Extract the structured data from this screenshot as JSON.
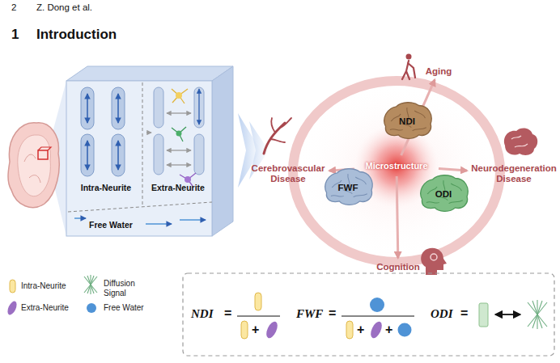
{
  "diagram": {
    "nodes": [
      {
        "text": [
          "Intra-Neurite"
        ]
      },
      {
        "text": [
          "Extra-Neurite"
        ]
      },
      {
        "text": [
          "Free Water"
        ]
      },
      {
        "text": [
          "Microstructure"
        ]
      },
      {
        "text": [
          "Aging"
        ]
      },
      {
        "text": [
          "Neurodegeneration Disease"
        ]
      },
      {
        "text": [
          "Cognition"
        ]
      },
      {
        "text": [
          "Cerebrovascular Disease"
        ]
      },
      {
        "text": [
          "NDI"
        ]
      },
      {
        "text": [
          "FWF"
        ]
      },
      {
        "text": [
          "ODI"
        ]
      }
    ],
    "edges": [
      {
        "from": 3,
        "to": 4,
        "arrow": "to"
      },
      {
        "from": 3,
        "to": 5,
        "arrow": "to"
      },
      {
        "from": 3,
        "to": 6,
        "arrow": "to"
      },
      {
        "from": 3,
        "to": 7,
        "arrow": "to"
      }
    ],
    "labels": [
      "2",
      "Z. Dong et al.",
      "1",
      "Introduction",
      "NDI",
      "=",
      "+",
      "FWF",
      "=",
      "+",
      "+",
      "ODI",
      "="
    ],
    "legend": [
      {
        "text": "Intra-Neurite"
      },
      {
        "text": "Diffusion Signal"
      },
      {
        "text": "Extra-Neurite"
      },
      {
        "text": "Free Water"
      }
    ]
  }
}
